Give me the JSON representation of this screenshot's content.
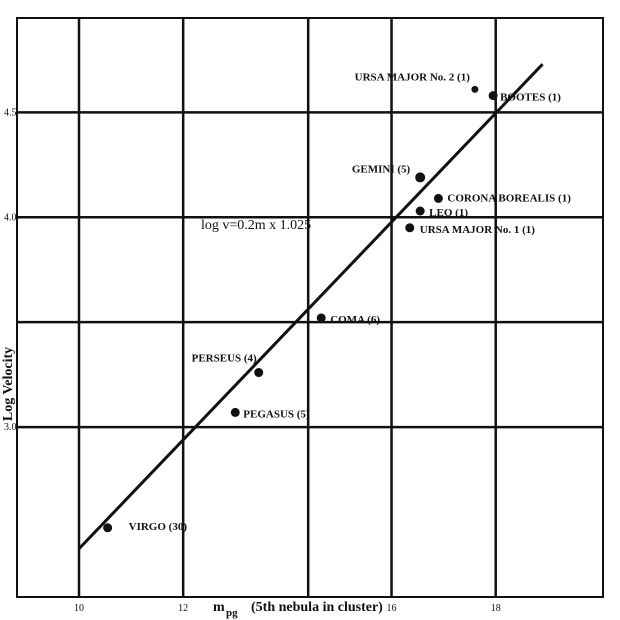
{
  "chart_data": {
    "type": "scatter",
    "xlabel_main": "m",
    "xlabel_sub": "pg",
    "xlabel_rest": "(5th nebula in cluster)",
    "ylabel": "Log Velocity",
    "annotation": "log v=0.2m x 1.025",
    "xlim": [
      10,
      21.25
    ],
    "ylim": [
      2.19,
      4.95
    ],
    "x_ticks": [
      {
        "value": 10,
        "label": "10"
      },
      {
        "value": 12,
        "label": "12"
      },
      {
        "value": 16,
        "label": "16"
      },
      {
        "value": 18,
        "label": "18"
      }
    ],
    "x_grid": [
      10,
      12,
      14.4,
      16,
      18
    ],
    "y_ticks": [
      {
        "value": 3.0,
        "label": "3.0"
      },
      {
        "value": 4.0,
        "label": "4.0"
      },
      {
        "value": 4.5,
        "label": "4.5"
      }
    ],
    "y_grid": [
      3.0,
      3.5,
      4.0,
      4.5
    ],
    "grid": true,
    "fit_line": {
      "x": [
        10.0,
        18.9
      ],
      "y": [
        2.42,
        4.73
      ]
    },
    "points": [
      {
        "label": "VIRGO (30)",
        "x": 10.55,
        "y": 2.52
      },
      {
        "label": "PEGASUS (5)",
        "x": 13.0,
        "y": 3.07
      },
      {
        "label": "PERSEUS (4)",
        "x": 13.45,
        "y": 3.26
      },
      {
        "label": "COMA (6)",
        "x": 14.65,
        "y": 3.52
      },
      {
        "label": "URSA MAJOR No. 1 (1)",
        "x": 16.35,
        "y": 3.95
      },
      {
        "label": "LEO (1)",
        "x": 16.55,
        "y": 4.03
      },
      {
        "label": "CORONA BOREALIS (1)",
        "x": 16.9,
        "y": 4.09
      },
      {
        "label": "GEMINI (5)",
        "x": 16.55,
        "y": 4.19
      },
      {
        "label": "URSA MAJOR No. 2 (1)",
        "x": 17.6,
        "y": 4.61
      },
      {
        "label": "BOOTES (1)",
        "x": 17.95,
        "y": 4.58
      }
    ]
  }
}
